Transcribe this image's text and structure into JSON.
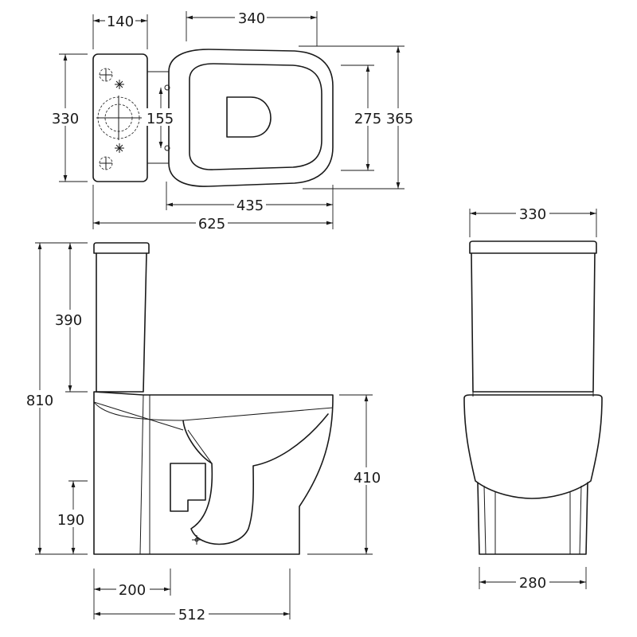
{
  "dimensions": {
    "top_tank_depth": "140",
    "top_seat_width": "340",
    "top_overall_width": "330",
    "top_waste_spacing": "155",
    "top_seat_inner_width": "275",
    "top_seat_outer_width": "365",
    "top_seat_length": "435",
    "top_overall_length": "625",
    "side_cistern_height": "390",
    "side_overall_height": "810",
    "side_outlet_height": "190",
    "side_pan_height": "410",
    "side_outlet_offset": "200",
    "side_pan_length": "512",
    "front_cistern_width": "330",
    "front_base_width": "280"
  }
}
